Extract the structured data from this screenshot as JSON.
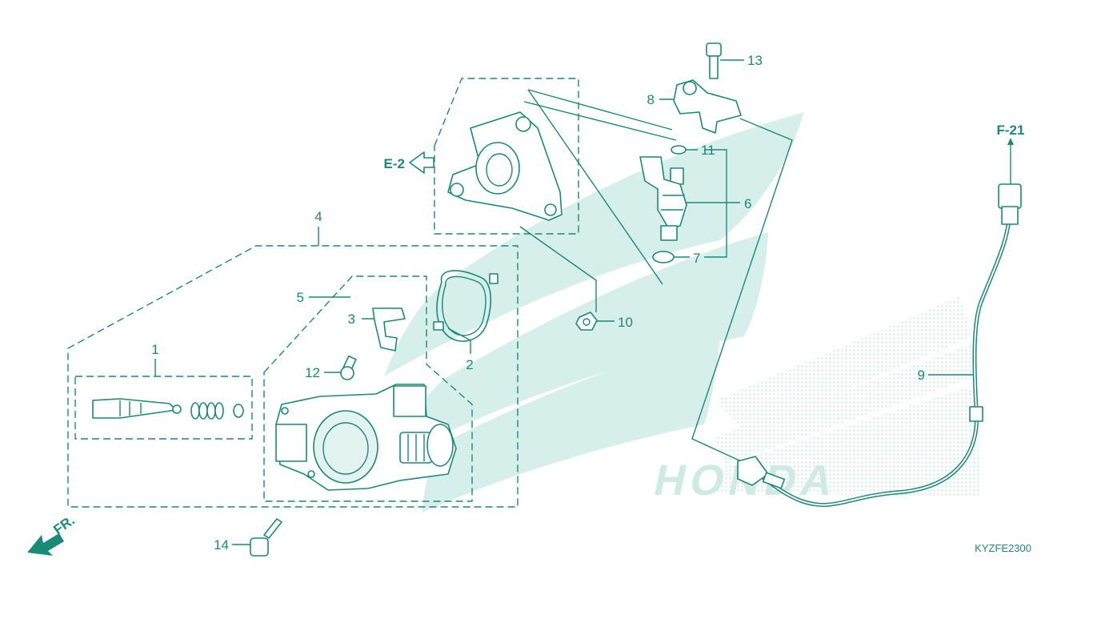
{
  "diagram": {
    "code": "KYZFE2300",
    "accent_color": "#1a8a78",
    "watermark_text": "HONDA",
    "front_arrow": "FR.",
    "refs": {
      "e2": "E-2",
      "f21": "F-21"
    },
    "callouts": {
      "c1": "1",
      "c2": "2",
      "c3": "3",
      "c4": "4",
      "c5": "5",
      "c6": "6",
      "c7": "7",
      "c8": "8",
      "c9": "9",
      "c10": "10",
      "c11": "11",
      "c12": "12",
      "c13": "13",
      "c14": "14"
    }
  }
}
